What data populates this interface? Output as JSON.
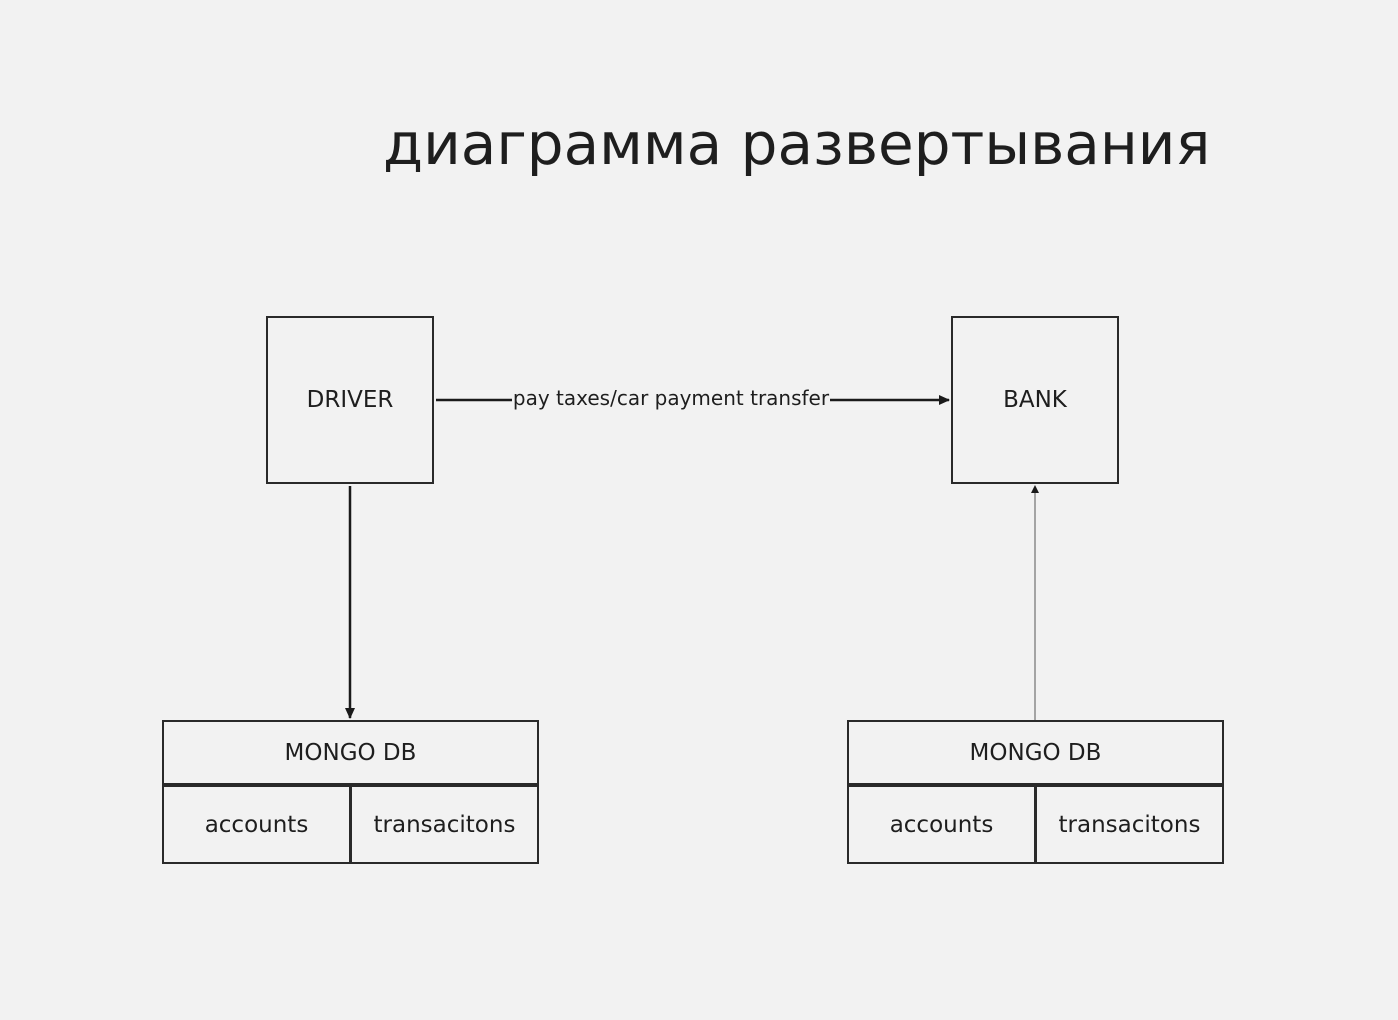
{
  "title": "диаграмма развертывания",
  "nodes": {
    "driver": "DRIVER",
    "bank": "BANK"
  },
  "edges": {
    "driver_to_bank": "pay taxes/car payment transfer"
  },
  "databases": [
    {
      "name": "MONGO DB",
      "collections": [
        "accounts",
        "transacitons"
      ]
    },
    {
      "name": "MONGO DB",
      "collections": [
        "accounts",
        "transacitons"
      ]
    }
  ],
  "colors": {
    "background": "#f2f2f2",
    "stroke": "#2a2a2a",
    "text": "#1e1e1e"
  }
}
